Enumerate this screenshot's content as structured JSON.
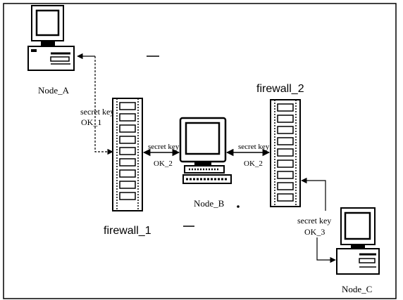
{
  "diagram": {
    "nodes": {
      "node_a": {
        "label": "Node_A"
      },
      "node_b": {
        "label": "Node_B"
      },
      "node_c": {
        "label": "Node_C"
      }
    },
    "firewalls": {
      "firewall_1": {
        "label": "firewall_1"
      },
      "firewall_2": {
        "label": "firewall_2"
      }
    },
    "links": {
      "a_fw1": {
        "line1": "secret key",
        "line2": "OK_1"
      },
      "fw1_b": {
        "line1": "secret key",
        "line2": "OK_2"
      },
      "b_fw2": {
        "line1": "secret key",
        "line2": "OK_2"
      },
      "fw2_c": {
        "line1": "secret key",
        "line2": "OK_3"
      }
    },
    "colors": {
      "stroke": "#000000",
      "background": "#ffffff"
    }
  }
}
